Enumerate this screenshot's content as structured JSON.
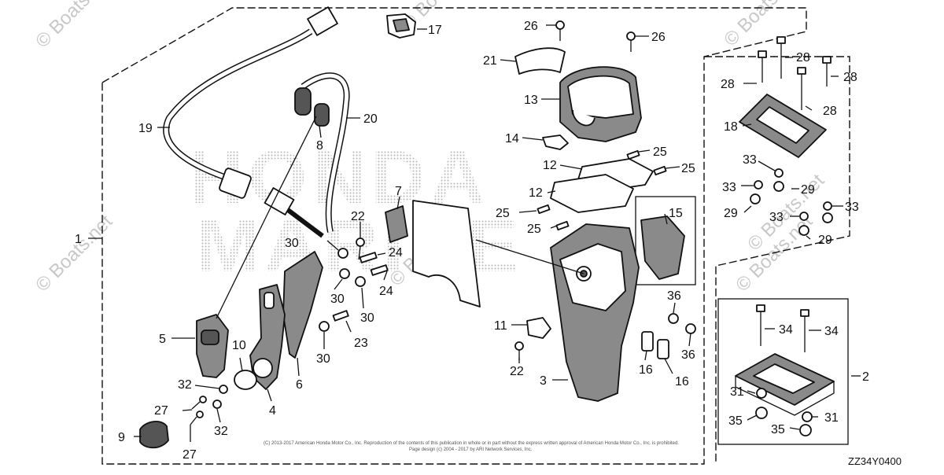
{
  "watermark": "© Boats.net",
  "background_brand": [
    "HONDA",
    "MARINE"
  ],
  "diagram_code": "ZZ34Y0400",
  "copyright": "(C) 2013-2017 American Honda Motor Co., Inc. Reproduction of the contents of this publication in whole or in part without the express written approval of American Honda Motor Co., Inc. is prohibited.",
  "credit": "Page design (c) 2004 - 2017 by ARI Network Services, Inc.",
  "callouts": [
    "1",
    "2",
    "3",
    "4",
    "5",
    "6",
    "7",
    "8",
    "9",
    "10",
    "11",
    "12",
    "12",
    "13",
    "14",
    "15",
    "16",
    "16",
    "17",
    "18",
    "19",
    "20",
    "21",
    "22",
    "22",
    "23",
    "24",
    "24",
    "25",
    "25",
    "25",
    "25",
    "26",
    "26",
    "27",
    "27",
    "28",
    "28",
    "28",
    "28",
    "29",
    "29",
    "29",
    "30",
    "30",
    "30",
    "30",
    "31",
    "31",
    "32",
    "32",
    "33",
    "33",
    "33",
    "33",
    "34",
    "34",
    "35",
    "35",
    "36",
    "36"
  ]
}
